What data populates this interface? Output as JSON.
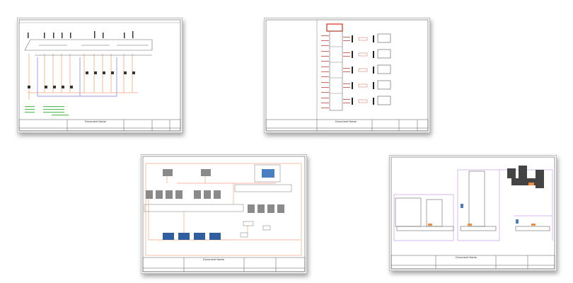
{
  "sheets": [
    {
      "id": "sheet-1",
      "kind": "circuit-schematic",
      "title_block": "Document Name"
    },
    {
      "id": "sheet-2",
      "kind": "terminal-connection-diagram",
      "title_block": "Document Name",
      "highlight_color": "#e53a24"
    },
    {
      "id": "sheet-3",
      "kind": "system-overview-diagram",
      "title_block": "Document Name"
    },
    {
      "id": "sheet-4",
      "kind": "installation-layout",
      "title_block": "Document Name"
    }
  ],
  "colors": {
    "wire": "#f4a57c",
    "bus": "#7a7ad6",
    "green_text": "#5bbf5b",
    "frame": "#555555",
    "layout_outline": "#c9a3e6"
  }
}
